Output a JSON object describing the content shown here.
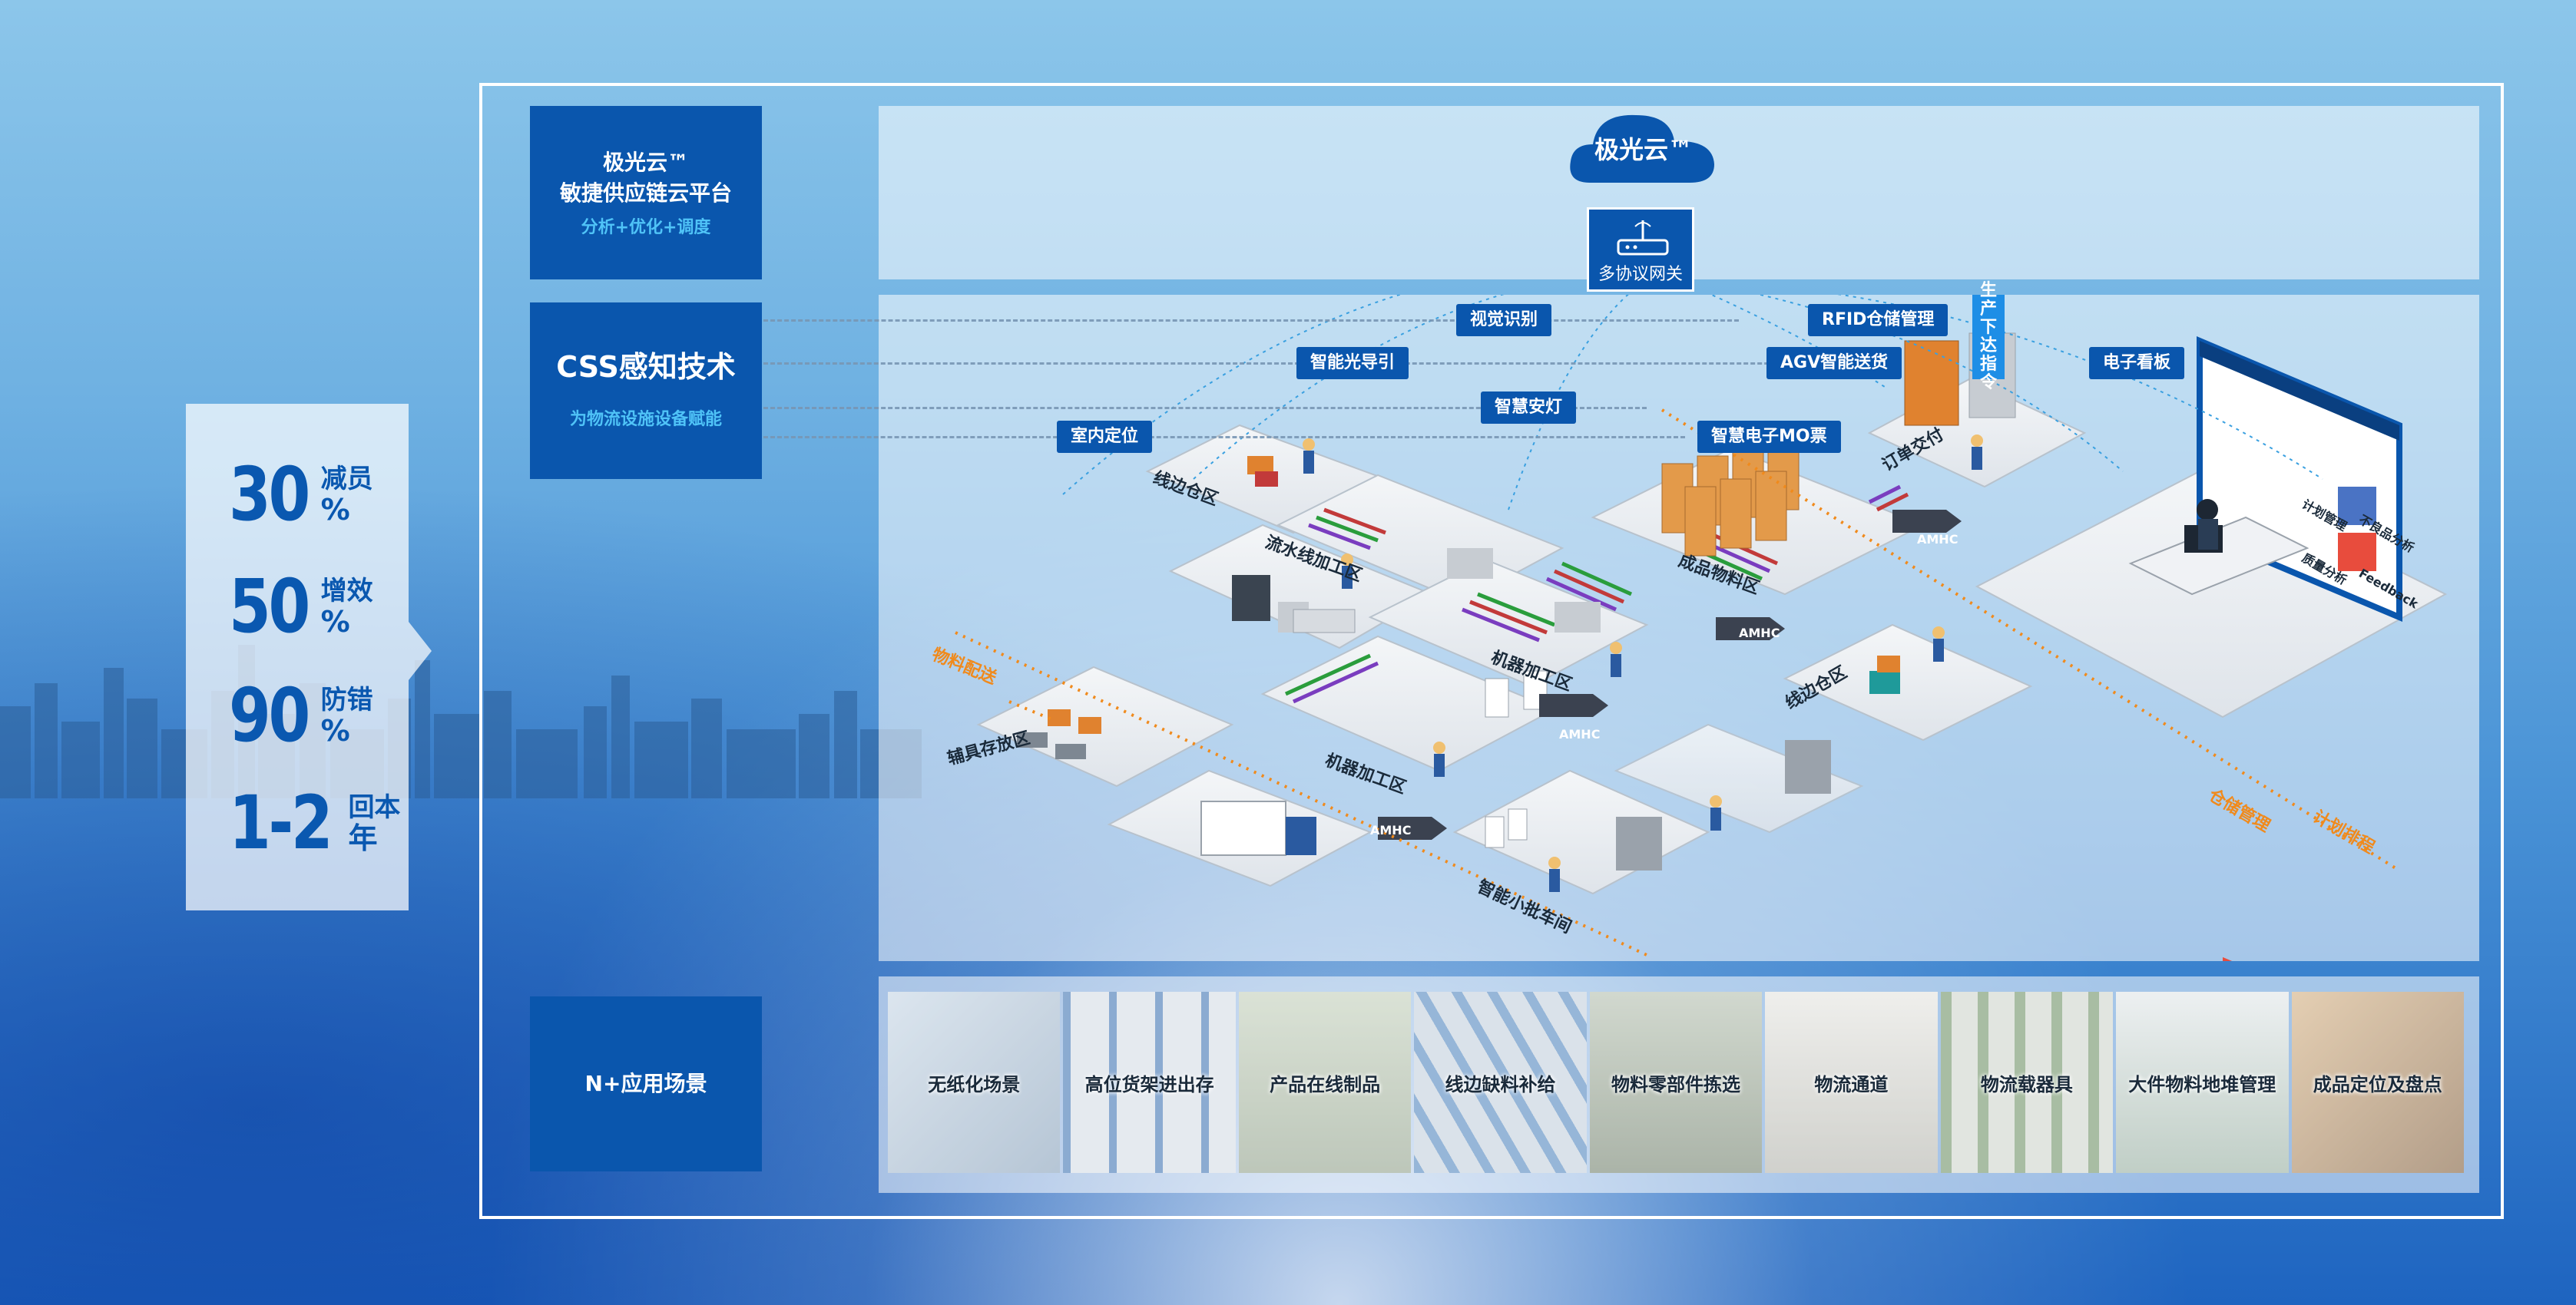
{
  "stats": [
    {
      "value": "30",
      "label": "减员",
      "unit": "%"
    },
    {
      "value": "50",
      "label": "增效",
      "unit": "%"
    },
    {
      "value": "90",
      "label": "防错",
      "unit": "%"
    },
    {
      "value": "1-2",
      "label": "回本",
      "unit": "年"
    }
  ],
  "platform_box": {
    "line1": "极光云™",
    "line2": "敏捷供应链云平台",
    "sub": "分析+优化+调度"
  },
  "css_box": {
    "title": "CSS感知技术",
    "sub": "为物流设施设备赋能"
  },
  "napp_box": {
    "title": "N+应用场景"
  },
  "cloud": {
    "label": "极光云™"
  },
  "gateway": {
    "label": "多协议网关"
  },
  "tags": {
    "vision": "视觉识别",
    "rfid": "RFID仓储管理",
    "light_guide": "智能光导引",
    "agv": "AGV智能送货",
    "ekanban": "电子看板",
    "safety_light": "智慧安灯",
    "indoor_pos": "室内定位",
    "mo_ticket": "智慧电子MO票",
    "production_cmd": "生产下达指令"
  },
  "areas": {
    "line_side_top": "线边仓区",
    "assembly": "流水线加工区",
    "finished": "成品物料区",
    "order_delivery": "订单交付",
    "machining": "机器加工区",
    "line_side_right": "线边仓区",
    "cnc": "机器加工区",
    "tooling": "辅具存放区",
    "picking": "智能小批车间"
  },
  "amhc": [
    "AMHC",
    "AMHC",
    "AMHC",
    "AMHC"
  ],
  "flows": {
    "material": "物料配送",
    "warehouse": "仓储管理",
    "plan": "计划排程"
  },
  "dashboard": {
    "items": [
      "计划管理",
      "质量分析",
      "不良品分析",
      "Feedback"
    ]
  },
  "scenes": [
    {
      "label": "无纸化场景"
    },
    {
      "label": "高位货架进出存"
    },
    {
      "label": "产品在线制品"
    },
    {
      "label": "线边缺料补给"
    },
    {
      "label": "物料零部件拣选"
    },
    {
      "label": "物流通道"
    },
    {
      "label": "物流载器具"
    },
    {
      "label": "大件物料地堆管理"
    },
    {
      "label": "成品定位及盘点"
    }
  ],
  "colors": {
    "navy": "#0a56ad",
    "accent": "#4fc3f7",
    "flow_orange": "#f08a1c"
  }
}
